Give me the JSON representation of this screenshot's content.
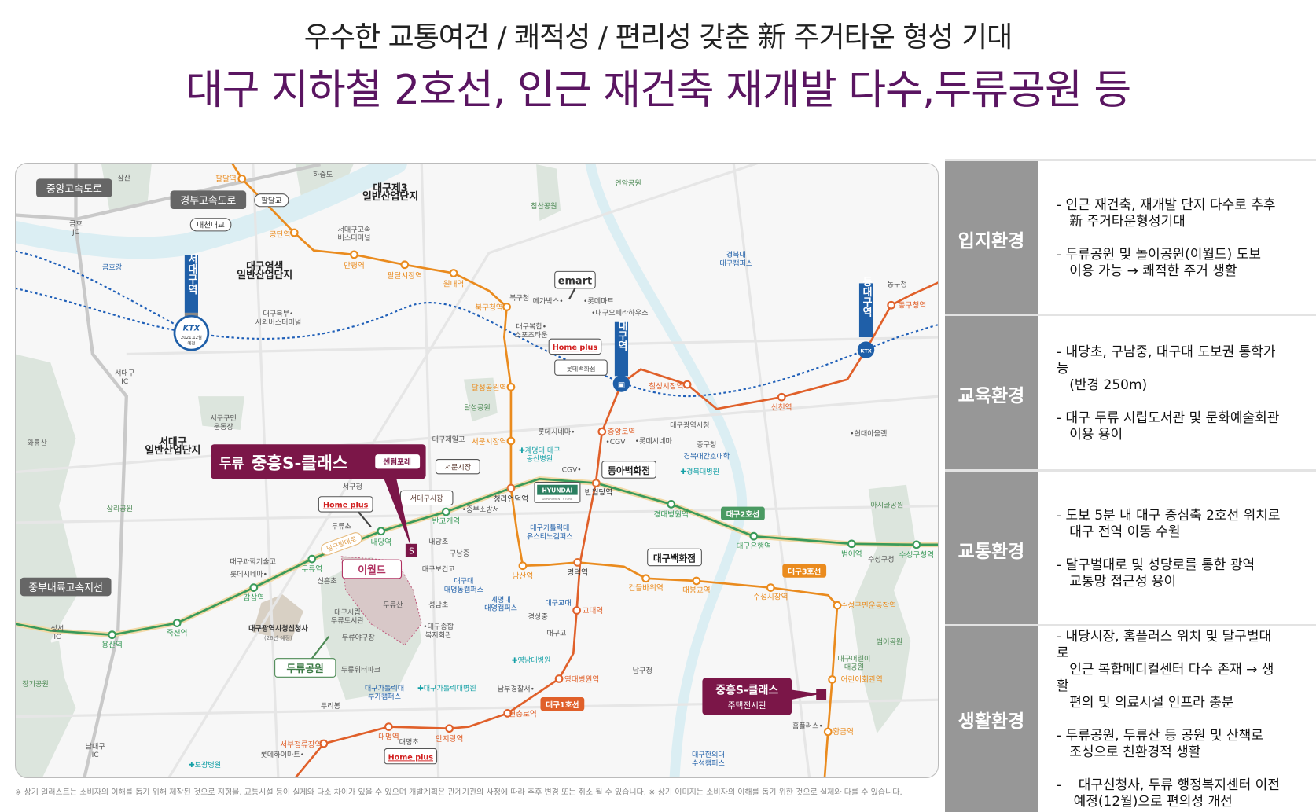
{
  "header": {
    "line1": "우수한 교통여건 / 쾌적성 / 편리성 갖춘 新 주거타운 형성 기대",
    "line2": "대구 지하철 2호선, 인근 재건축 재개발 다수,두류공원 등"
  },
  "colors": {
    "brand": "#7b1648",
    "line1": "#e0602a",
    "line2": "#3a9a5a",
    "line3": "#ea8b1e",
    "ktx": "#1f5fb8",
    "panel_label": "#979797"
  },
  "map": {
    "line3_stations": [
      "팔달역",
      "공단역",
      "만평역",
      "팔달시장역",
      "원대역",
      "북구청역",
      "달성공원역",
      "서문시장역",
      "남산역",
      "건들바위역",
      "대봉교역",
      "수성시장역",
      "수성구민운동장역",
      "어린이회관역",
      "황금역"
    ],
    "line1_stations": [
      "동구청역",
      "칠성시장역",
      "신천역",
      "중앙로역",
      "교대역",
      "영대병원역",
      "현충로역",
      "안지랑역",
      "대명역",
      "서부정류장역"
    ],
    "line2_stations": [
      "용산역",
      "죽전역",
      "감삼역",
      "두류역",
      "내당역",
      "반고개역",
      "경대병원역",
      "대구은행역",
      "범어역",
      "수성구청역"
    ],
    "transfer_stations": [
      "청라언덕역",
      "반월당역",
      "명덕역"
    ],
    "districts": [
      [
        "대구제3",
        "일반산업단지"
      ],
      [
        "대구염색",
        "일반산업단지"
      ],
      [
        "서대구",
        "일반산업단지"
      ]
    ],
    "river": "금호강",
    "places": [
      "잠산",
      "하중도",
      [
        "서대구고속",
        "버스터미널"
      ],
      [
        "대구북부•",
        "시외버스터미널"
      ],
      [
        "서구구민",
        "운동장"
      ],
      "대구제일고",
      "북구청",
      "메가박스•",
      "•롯데마트",
      "•대구오페라하우스",
      [
        "대구복합•",
        "스포츠타운"
      ],
      "롯데시네마•",
      "•CGV",
      "•롯데시네마",
      "대구광역시청",
      "중구청",
      "•현대아울렛",
      "동구청",
      "수성구청",
      "남구청",
      "홈플러스•",
      "대구고",
      "경상중",
      "성남초",
      "대구보건고",
      "구남중",
      "내당초",
      "두류초",
      "서구청",
      "•중부소방서",
      "대구과학기술고",
      "롯데시네마•",
      "신흥초",
      [
        "대구시립",
        "두류도서관"
      ],
      "두류야구장",
      "두류워터파크",
      [
        "•대구종합",
        "복지회관"
      ],
      "남부경찰서•",
      "대명초",
      "롯데하이마트•",
      "두류산",
      "와룡산",
      "두리봉",
      "CGV•"
    ],
    "parks": [
      "침산공원",
      "연암공원",
      "달성공원",
      "상리공원",
      "장기공원",
      "아시골공원",
      "범어공원",
      [
        "대구어린이",
        "대공원"
      ]
    ],
    "universities": [
      [
        "경북대",
        "대구캠퍼스"
      ],
      "경북대간호대학",
      [
        "대구가톨릭대",
        "유스티노캠퍼스"
      ],
      [
        "대구대",
        "대명동캠퍼스"
      ],
      [
        "계명대",
        "대명캠퍼스"
      ],
      "대구교대",
      [
        "대구가톨릭대",
        "루가캠퍼스"
      ],
      [
        "대구한의대",
        "수성캠퍼스"
      ]
    ],
    "hospitals": [
      [
        "✚계명대 대구",
        "동산병원"
      ],
      "✚경북대병원",
      "✚영남대병원",
      "✚대구가톨릭대병원",
      "✚보광병원"
    ],
    "highways": [
      "중앙고속도로",
      "경부고속도로",
      "중부내륙고속지선"
    ],
    "bridges": [
      "팔달교",
      "대천대교"
    ],
    "interchanges": [
      [
        "금호",
        "JC"
      ],
      [
        "서대구",
        "IC"
      ],
      [
        "성서",
        "IC"
      ],
      [
        "남대구",
        "IC"
      ]
    ],
    "rail_stations": [
      "서대구역",
      "대구역",
      "동대구역"
    ],
    "ktx": {
      "logo": "KTX",
      "note1": "2021.12월",
      "note2": "예정"
    },
    "line_badges": [
      "대구1호선",
      "대구2호선",
      "대구3호선"
    ],
    "road": "달구벌대로",
    "callouts": {
      "emart": "emart",
      "homeplus": "Home plus",
      "lotte_dept": "롯데백화점",
      "donga": "동아백화점",
      "daegu_dept": "대구백화점",
      "seomun": "서문시장",
      "seodaegu_market": "서대구시장",
      "hyundai": "HYUNDAI",
      "hyundai_sub": "DEPARTMENT STORE",
      "eworld": "이월드",
      "duryu_park": "두류공원",
      "newtown": "대구광역시청신청사",
      "newtown_sub": "(26년 예정)"
    },
    "site": {
      "prefix": "두류",
      "name": "중흥S-클래스",
      "suffix": "센텀포레"
    },
    "showroom": {
      "name": "중흥S-클래스",
      "sub": "주택전시관"
    }
  },
  "footnote": "※ 상기 일러스트는 소비자의 이해를 돕기 위해 제작된 것으로 지형물, 교통시설 등이 실제와 다소 차이가 있을 수 있으며 개발계획은 관계기관의 사정에 따라 추후 변경 또는 취소 될 수 있습니다. ※ 상기 이미지는 소비자의 이해를 돕기 위한 것으로 실제와 다를 수 있습니다.",
  "panel": [
    {
      "label": "입지환경",
      "lines": [
        "- 인근 재건축, 재개발 단지 다수로 추후",
        "   新 주거타운형성기대",
        "",
        "- 두류공원 및 놀이공원(이월드) 도보",
        "   이용 가능 → 쾌적한 주거 생활"
      ]
    },
    {
      "label": "교육환경",
      "lines": [
        "- 내당초, 구남중, 대구대 도보권 통학가",
        "능",
        "   (반경 250m)",
        "",
        "- 대구 두류 시립도서관 및 문화예술회관",
        "   이용 용이"
      ]
    },
    {
      "label": "교통환경",
      "lines": [
        "- 도보 5분 내 대구 중심축 2호선 위치로",
        "   대구 전역 이동 수월",
        "",
        "- 달구벌대로 및 성당로를 통한 광역",
        "   교통망 접근성 용이"
      ]
    },
    {
      "label": "생활환경",
      "lines": [
        "- 내당시장, 홈플러스 위치 및 달구벌대",
        "로",
        "   인근 복합메디컬센터 다수 존재 → 생",
        "활",
        "   편의 및 의료시설 인프라 충분",
        "",
        "- 두류공원, 두류산 등 공원 및 산책로",
        "   조성으로 친환경적 생활",
        "",
        "-    대구신청사, 두류 행정복지센터 이전",
        "    예정(12월)으로 편의성 개선"
      ]
    }
  ]
}
